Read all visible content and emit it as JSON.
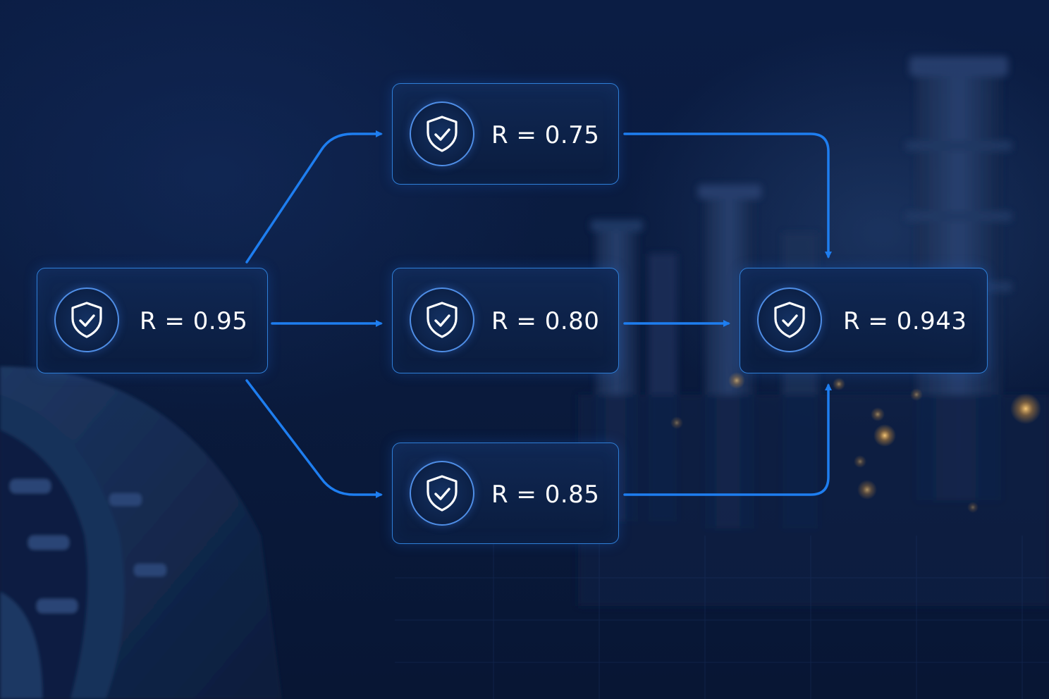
{
  "colors": {
    "background": "#0a1b3e",
    "node_border": "#2f7fd8",
    "arrow": "#1e7ef0",
    "icon_ring": "#4f8ee6",
    "text": "#ffffff"
  },
  "nodes": [
    {
      "id": "source",
      "label": "R = 0.95",
      "icon": "shield-check-icon"
    },
    {
      "id": "top",
      "label": "R = 0.75",
      "icon": "shield-check-icon"
    },
    {
      "id": "middle",
      "label": "R = 0.80",
      "icon": "shield-check-icon"
    },
    {
      "id": "bottom",
      "label": "R = 0.85",
      "icon": "shield-check-icon"
    },
    {
      "id": "result",
      "label": "R = 0.943",
      "icon": "shield-check-icon"
    }
  ],
  "edges": [
    {
      "from": "source",
      "to": "top"
    },
    {
      "from": "source",
      "to": "middle"
    },
    {
      "from": "source",
      "to": "bottom"
    },
    {
      "from": "top",
      "to": "result"
    },
    {
      "from": "middle",
      "to": "result"
    },
    {
      "from": "bottom",
      "to": "result"
    }
  ]
}
